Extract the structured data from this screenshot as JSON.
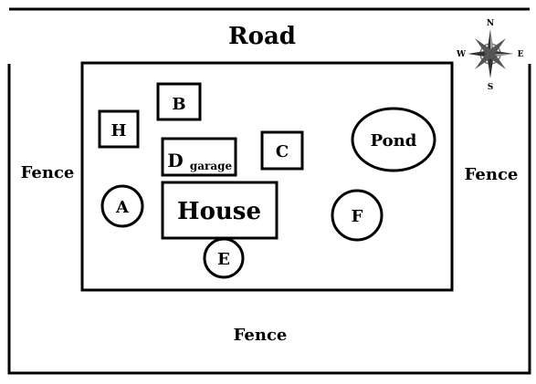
{
  "labels": {
    "road": "Road",
    "fence_left": "Fence",
    "fence_right": "Fence",
    "fence_bottom": "Fence"
  },
  "compass": {
    "n": "N",
    "s": "S",
    "e": "E",
    "w": "W"
  },
  "buildings": {
    "house": "House",
    "garage_letter": "D",
    "garage_word": "garage",
    "b": "B",
    "c": "C",
    "h": "H",
    "pond": "Pond"
  },
  "markers": {
    "a": "A",
    "e": "E",
    "f": "F"
  }
}
